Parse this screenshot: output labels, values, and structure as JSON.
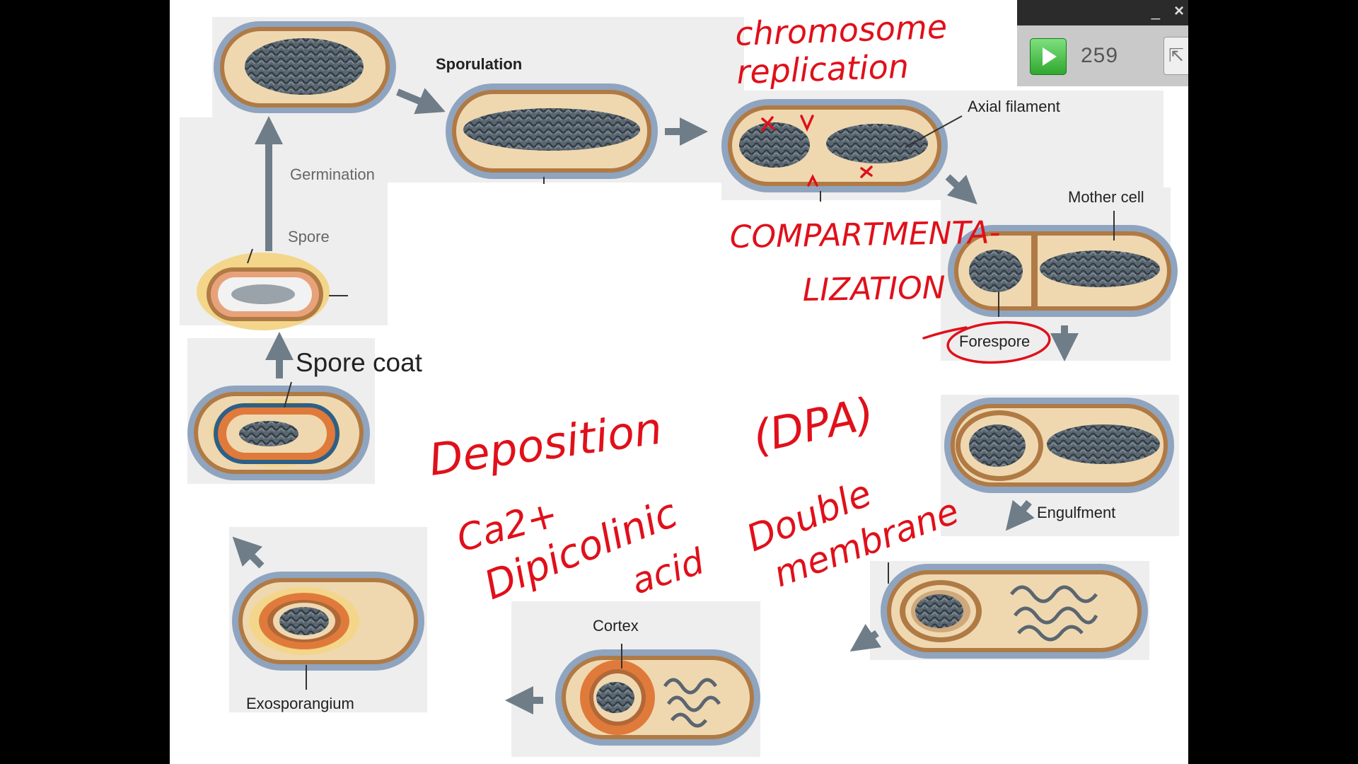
{
  "diagram": {
    "labels": {
      "sporulation": "Sporulation",
      "axial_filament": "Axial filament",
      "germination": "Germination",
      "spore": "Spore",
      "mother_cell": "Mother cell",
      "forespore": "Forespore",
      "spore_coat": "Spore coat",
      "engulfment": "Engulfment",
      "cortex": "Cortex",
      "exosporangium": "Exosporangium"
    }
  },
  "annotations": {
    "chromosome": "chromosome",
    "replication": "replication",
    "compartmentalization_1": "COMPARTMENTA-",
    "compartmentalization_2": "LIZATION",
    "deposition": "Deposition",
    "dpa": "(DPA)",
    "ca": "Ca2+",
    "dipicolinic": "Dipicolinic",
    "acid": "acid",
    "double": "Double",
    "membrane": "membrane",
    "ink_color": "#e0101a"
  },
  "player": {
    "counter": "259",
    "minimize": "_",
    "close": "×"
  }
}
